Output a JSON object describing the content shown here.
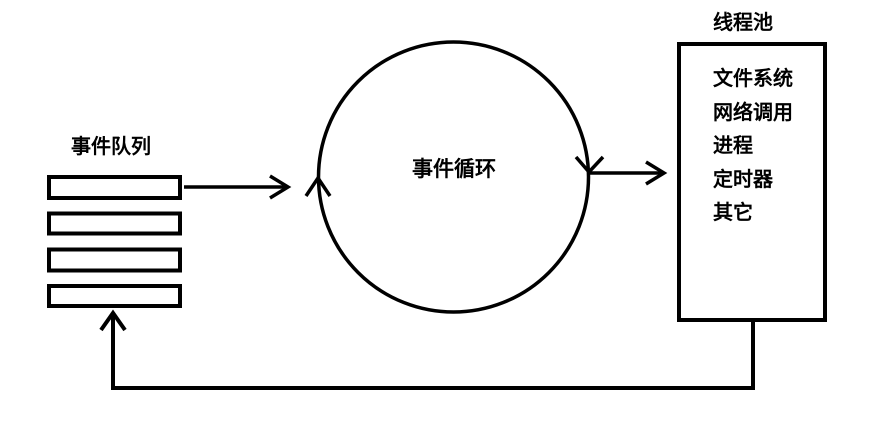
{
  "diagram": {
    "title": "event-loop-architecture",
    "queue": {
      "label": "事件队列",
      "slot_count": 4
    },
    "loop": {
      "label": "事件循环"
    },
    "pool": {
      "label": "线程池",
      "items": [
        "文件系统",
        "网络调用",
        "进程",
        "定时器",
        "其它"
      ]
    },
    "colors": {
      "stroke": "#000000",
      "background": "#ffffff"
    }
  }
}
